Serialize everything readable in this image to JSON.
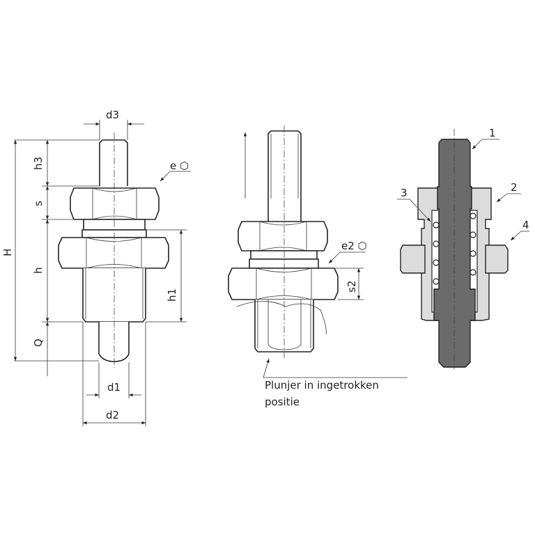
{
  "front_view": {
    "dims": {
      "d3": "d3",
      "h3": "h3",
      "s": "s",
      "H": "H",
      "h": "h",
      "Q": "Q",
      "h1": "h1",
      "d1": "d1",
      "d2": "d2",
      "e": "e ⬡"
    }
  },
  "retracted_view": {
    "dims": {
      "e2": "e2 ⬡",
      "s2": "s2"
    },
    "caption_line1": "Plunjer in ingetrokken",
    "caption_line2": "positie"
  },
  "section_view": {
    "parts": [
      "1",
      "2",
      "3",
      "4"
    ]
  }
}
